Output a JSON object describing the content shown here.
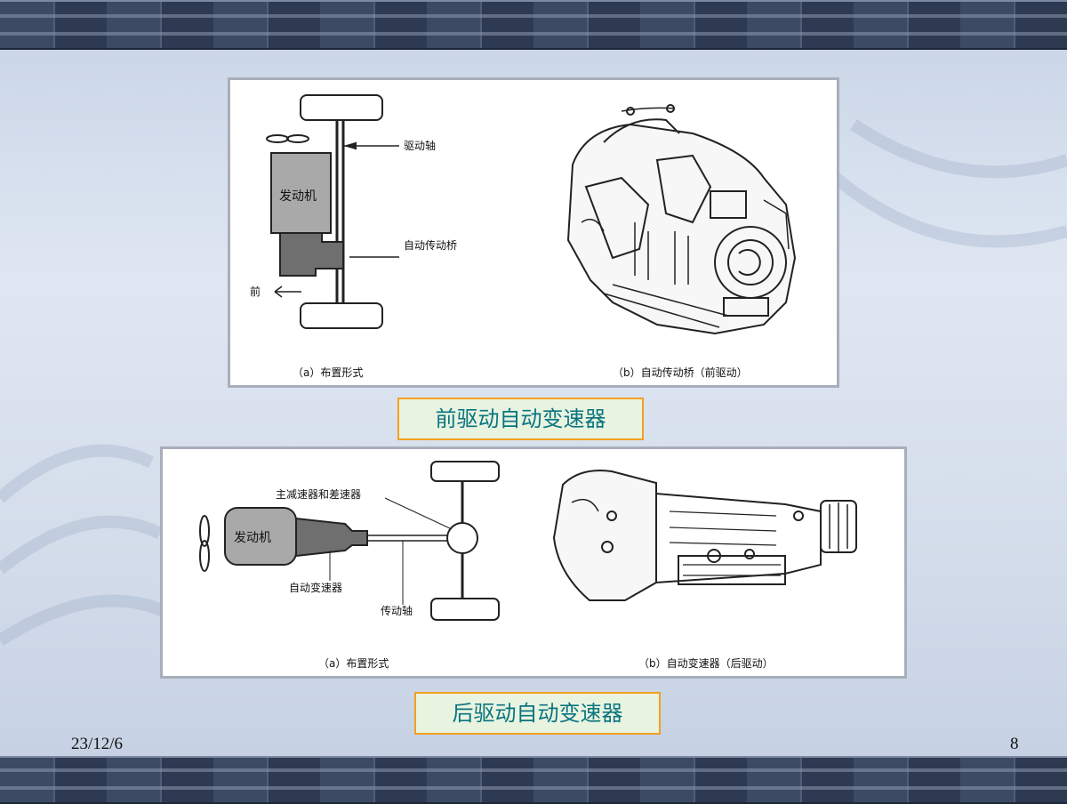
{
  "front_panel": {
    "label_drive_shaft": "驱动轴",
    "label_engine": "发动机",
    "label_transaxle": "自动传动桥",
    "label_forward": "前",
    "caption_a": "（a）布置形式",
    "caption_b": "（b）自动传动桥（前驱动）"
  },
  "front_title": "前驱动自动变速器",
  "rear_panel": {
    "label_final_drive": "主减速器和差速器",
    "label_engine": "发动机",
    "label_transmission": "自动变速器",
    "label_prop_shaft": "传动轴",
    "caption_a": "（a）布置形式",
    "caption_b": "（b）自动变速器（后驱动）"
  },
  "rear_title": "后驱动自动变速器",
  "footer": {
    "date": "23/12/6",
    "page": "8"
  },
  "colors": {
    "caption_text": "#0a7480",
    "caption_border": "#f2a020",
    "caption_fill": "#e8f4e0"
  }
}
